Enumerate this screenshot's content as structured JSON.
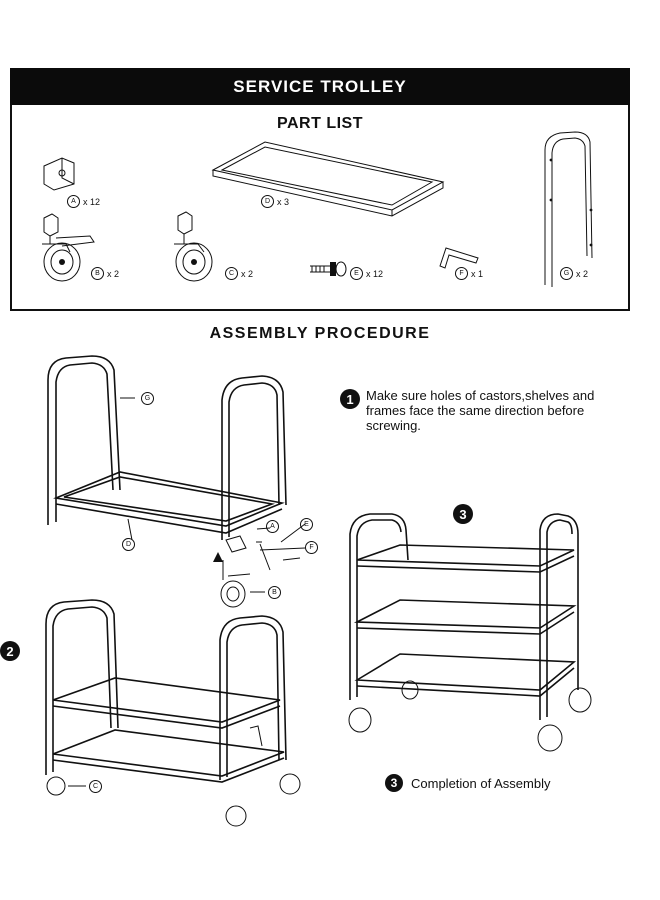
{
  "title": "SERVICE TROLLEY",
  "part_list_heading": "PART LIST",
  "parts": [
    {
      "id": "A",
      "qty": "x 12",
      "icon": "bracket-icon"
    },
    {
      "id": "D",
      "qty": "x 3",
      "icon": "shelf-frame-icon"
    },
    {
      "id": "G",
      "qty": "x 2",
      "icon": "u-frame-icon"
    },
    {
      "id": "B",
      "qty": "x 2",
      "icon": "brake-castor-icon"
    },
    {
      "id": "C",
      "qty": "x 2",
      "icon": "castor-icon"
    },
    {
      "id": "E",
      "qty": "x 12",
      "icon": "bolt-icon"
    },
    {
      "id": "F",
      "qty": "x 1",
      "icon": "hex-key-icon"
    }
  ],
  "assembly_heading": "ASSEMBLY PROCEDURE",
  "steps": [
    {
      "num": "1",
      "text": "Make sure holes of castors,shelves and frames face the same direction before screwing."
    },
    {
      "num": "2",
      "text": ""
    },
    {
      "num": "3",
      "text": "Completion of Assembly"
    }
  ],
  "callouts": {
    "g": "G",
    "d": "D",
    "a": "A",
    "e": "E",
    "f": "F",
    "b": "B",
    "c": "C"
  },
  "step_markers": {
    "s2": "2",
    "s3_top": "3"
  }
}
